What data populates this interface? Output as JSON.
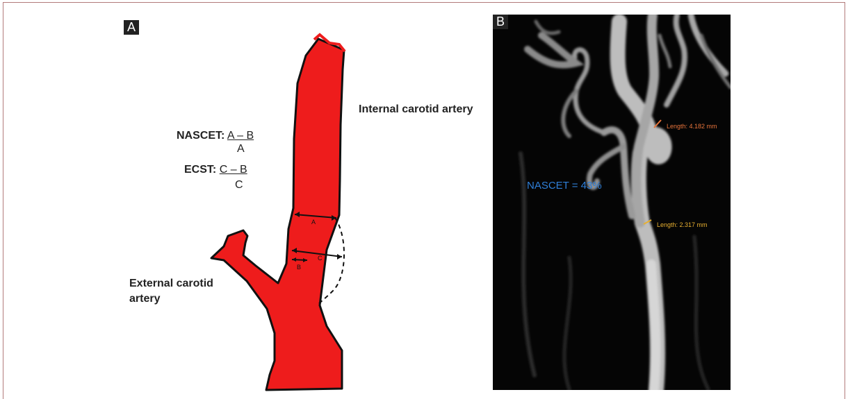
{
  "panels": {
    "a": {
      "tag": "A",
      "internal_label": "Internal carotid artery",
      "external_label_line1": "External carotid",
      "external_label_line2": "artery",
      "nascet_name": "NASCET:",
      "nascet_numerator": "A – B",
      "nascet_denominator": "A",
      "ecst_name": "ECST:",
      "ecst_numerator": "C – B",
      "ecst_denominator": "C",
      "marker_a": "A",
      "marker_b": "B",
      "marker_c": "C"
    },
    "b": {
      "tag": "B",
      "nascet_value": "NASCET = 43%",
      "measure_1": "Length: 4.182 mm",
      "measure_2": "Length: 2.317 mm"
    }
  },
  "colors": {
    "artery": "#ee1c1c",
    "nascet_blue": "#2f7fd8",
    "measure_1": "#e8743b",
    "measure_2": "#e8b030",
    "frame": "#b27a7a"
  }
}
